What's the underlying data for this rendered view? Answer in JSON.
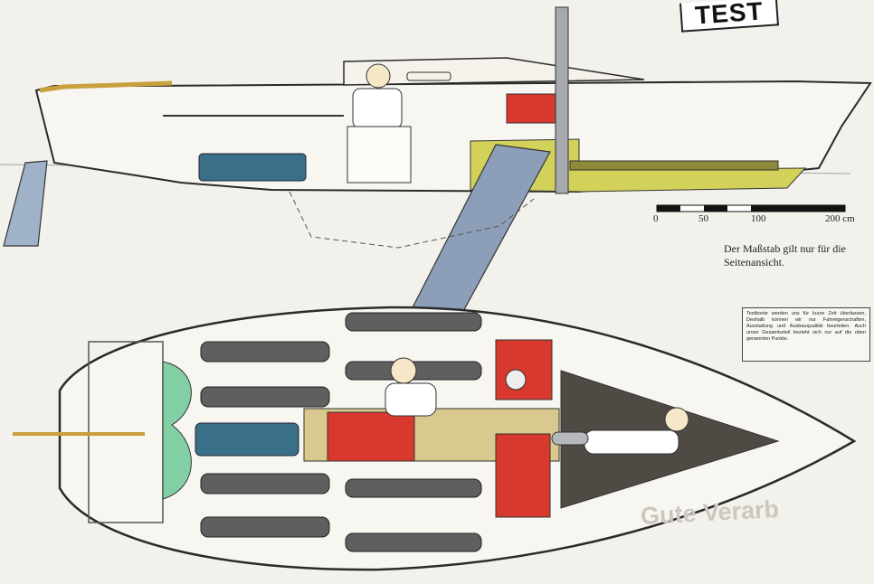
{
  "badge": {
    "text": "TEST"
  },
  "scale": {
    "ticks": [
      "0",
      "50",
      "100",
      "200 cm"
    ],
    "caption": "Der Maßstab gilt nur für die Seitenansicht."
  },
  "note": {
    "text": "Testboote werden uns für kurze Zeit überlassen. Deshalb können wir nur Fahreigenschaften, Ausstattung und Ausbauqualität beurteilen. Auch unser Gesamturteil bezieht sich nur auf die oben genannten Punkte."
  },
  "background_text": {
    "headline": "Gute Verarb"
  },
  "colors": {
    "hull_line": "#2a2a2a",
    "cushion_red": "#d8382e",
    "cabin_yellow": "#d2d25a",
    "keel_blue": "#8d9fb8",
    "engine_teal": "#3a6f88",
    "green_tank": "#82cfa6",
    "cushion_gray": "#5f5f5f",
    "sole_wood": "#d9c98f",
    "forepeak_dark": "#4f4a44",
    "background": "#f3f1ec"
  }
}
